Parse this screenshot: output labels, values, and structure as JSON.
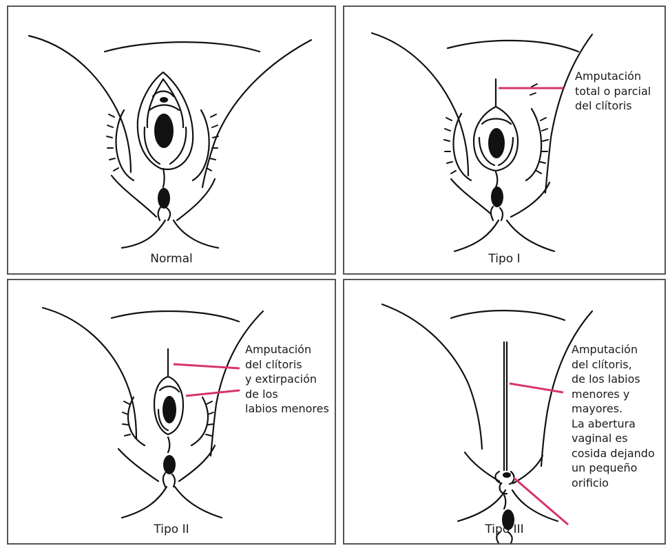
{
  "panels": {
    "normal": {
      "caption": "Normal"
    },
    "tipo1": {
      "caption": "Tipo I",
      "note": [
        "Amputación",
        "total o parcial",
        "del clítoris"
      ]
    },
    "tipo2": {
      "caption": "Tipo II",
      "note": [
        "Amputación",
        "del clítoris",
        "y extirpación",
        "de los",
        "labios menores"
      ]
    },
    "tipo3": {
      "caption": "Tipo III",
      "note": [
        "Amputación",
        "del clítoris,",
        "de los labios",
        "menores y",
        "mayores.",
        "La abertura",
        "vaginal es",
        "cosida dejando",
        "un pequeño",
        "orificio"
      ]
    }
  },
  "colors": {
    "pointer": "#d6336c",
    "ink": "#111111",
    "frame": "#555555"
  }
}
